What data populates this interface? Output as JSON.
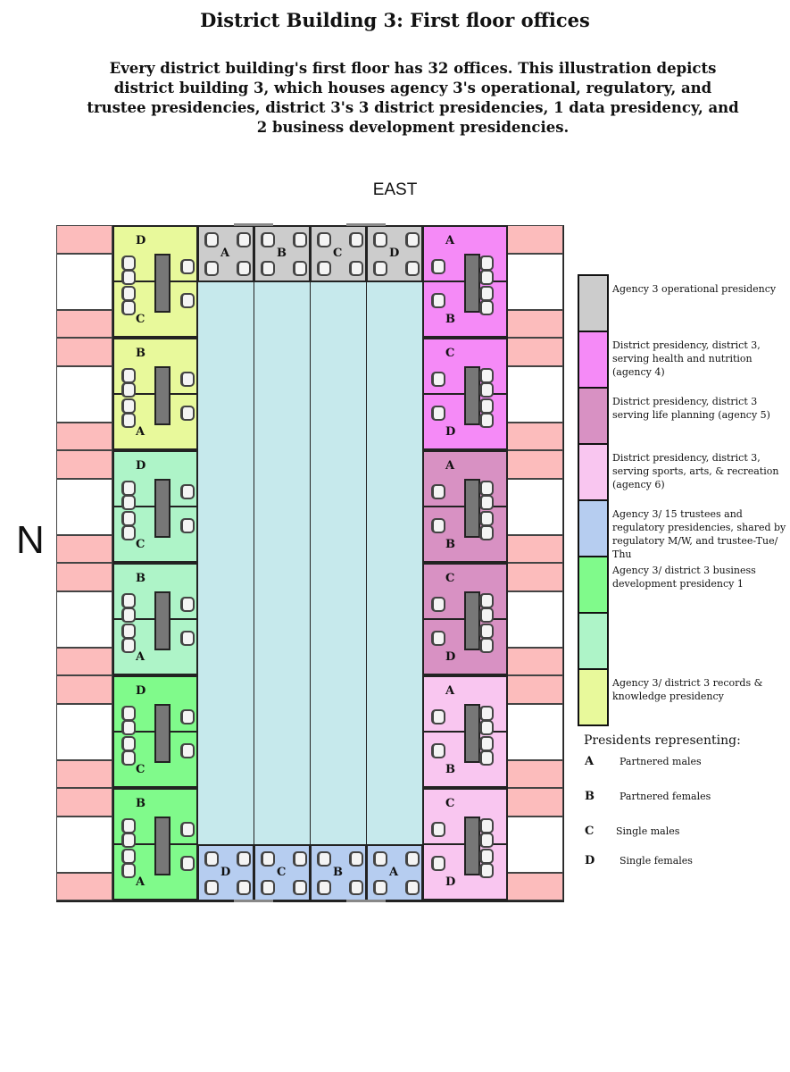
{
  "title": "District Building 3: First floor offices",
  "subtitle": "Every district building's first floor has 32 offices. This illustration depicts district building 3, which houses agency 3's operational, regulatory, and trustee presidencies, district 3's 3 district presidencies, 1 data presidency, and 2 business development presidencies.",
  "compass": {
    "east": "EAST",
    "north": "N"
  },
  "colors": {
    "gray": "#cccccc",
    "magenta": "#f58af7",
    "mauve": "#d891c3",
    "lightpink": "#f9c6f0",
    "blue": "#b6cdf0",
    "green": "#80fa8b",
    "mint": "#aef4c8",
    "yellow": "#e8f99b",
    "corridor": "#c6e9ec",
    "window": "#fcbcbc"
  },
  "left_offices": [
    {
      "color": "yellow",
      "top": "D",
      "bottom": "C"
    },
    {
      "color": "yellow",
      "top": "B",
      "bottom": "A"
    },
    {
      "color": "mint",
      "top": "D",
      "bottom": "C"
    },
    {
      "color": "mint",
      "top": "B",
      "bottom": "A"
    },
    {
      "color": "green",
      "top": "D",
      "bottom": "C"
    },
    {
      "color": "green",
      "top": "B",
      "bottom": "A"
    }
  ],
  "right_offices": [
    {
      "color": "magenta",
      "top": "A",
      "bottom": "B"
    },
    {
      "color": "magenta",
      "top": "C",
      "bottom": "D"
    },
    {
      "color": "mauve",
      "top": "A",
      "bottom": "B"
    },
    {
      "color": "mauve",
      "top": "C",
      "bottom": "D"
    },
    {
      "color": "lightpink",
      "top": "A",
      "bottom": "B"
    },
    {
      "color": "lightpink",
      "top": "C",
      "bottom": "D"
    }
  ],
  "top_rooms": {
    "color": "gray",
    "labels": [
      "A",
      "B",
      "C",
      "D"
    ]
  },
  "bottom_rooms": {
    "color": "blue",
    "labels": [
      "D",
      "C",
      "B",
      "A"
    ]
  },
  "legend": [
    {
      "color": "gray",
      "text": "Agency 3 operational presidency"
    },
    {
      "color": "magenta",
      "text": "District presidency, district 3, serving health and nutrition (agency 4)"
    },
    {
      "color": "mauve",
      "text": "District presidency, district 3 serving life planning (agency 5)"
    },
    {
      "color": "lightpink",
      "text": "District presidency, district 3, serving sports, arts, & recreation (agency 6)"
    },
    {
      "color": "blue",
      "text": "Agency 3/ 15 trustees and regulatory presidencies, shared by regulatory M/W, and trustee-Tue/ Thu"
    },
    {
      "color": "green",
      "text": "Agency 3/ district 3 business development presidency 1"
    },
    {
      "color": "mint",
      "text": ""
    },
    {
      "color": "yellow",
      "text": "Agency 3/ district 3 records & knowledge presidency"
    }
  ],
  "key": {
    "heading": "Presidents representing:",
    "items": [
      {
        "letter": "A",
        "text": "Partnered males"
      },
      {
        "letter": "B",
        "text": "Partnered females"
      },
      {
        "letter": "C",
        "text": "Single males"
      },
      {
        "letter": "D",
        "text": "Single females"
      }
    ]
  }
}
